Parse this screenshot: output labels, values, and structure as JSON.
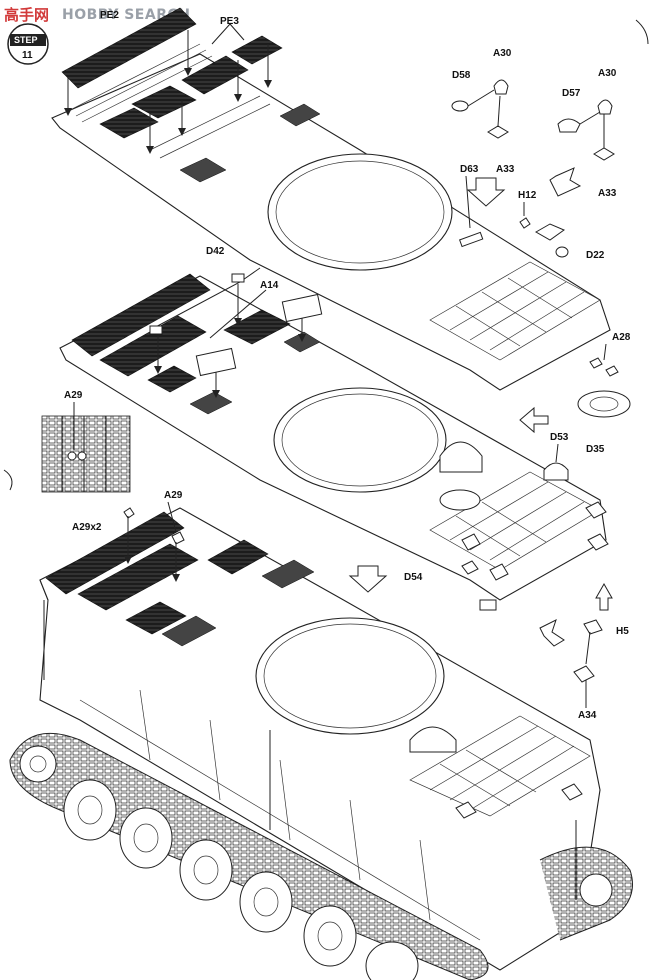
{
  "watermark": {
    "chinese": "高手网",
    "english": "HOBBY SEARCH",
    "step_label": "STEP",
    "step_number": "11"
  },
  "labels": {
    "pe_top": "PE2",
    "pe3": "PE3",
    "d58": "D58",
    "a30_left": "A30",
    "a30_right": "A30",
    "d57": "D57",
    "a33_left": "A33",
    "a33_right": "A33",
    "d63": "D63",
    "h12": "H12",
    "d22": "D22",
    "d42": "D42",
    "a14": "A14",
    "a28": "A28",
    "d35": "D35",
    "a29_inset": "A29",
    "a29": "A29",
    "a29x2": "A29x2",
    "d53": "D53",
    "d54": "D54",
    "h5": "H5",
    "a34": "A34"
  }
}
